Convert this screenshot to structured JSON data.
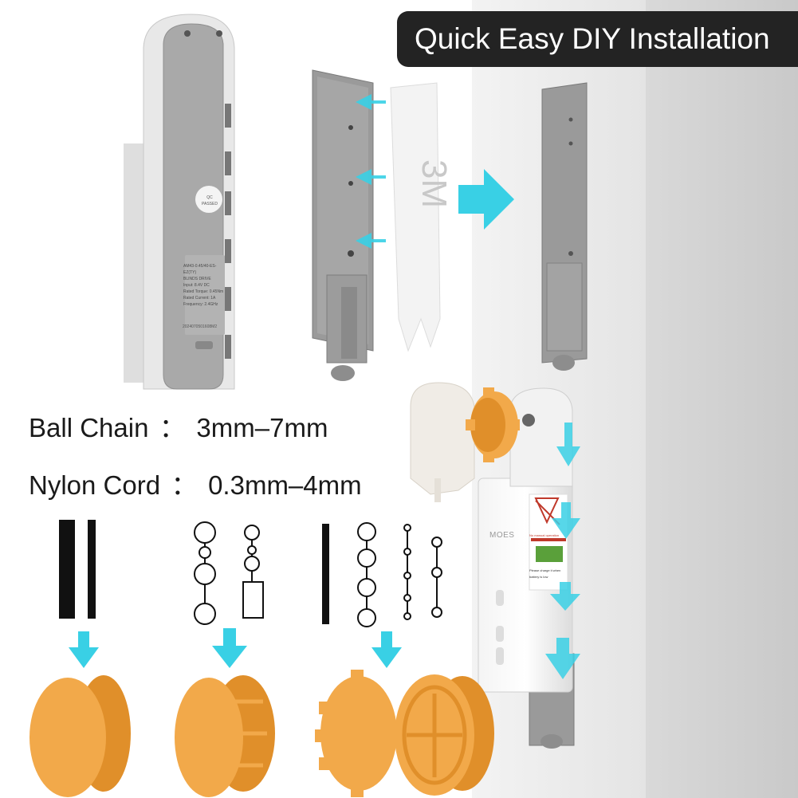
{
  "banner": {
    "title": "Quick Easy DIY Installation"
  },
  "specs": [
    {
      "label": "Ball Chain",
      "separator": "：",
      "value": "3mm–7mm"
    },
    {
      "label": "Nylon Cord",
      "separator": "：",
      "value": "0.3mm–4mm"
    }
  ],
  "tape": {
    "label": "3M"
  },
  "device": {
    "brand": "MOES",
    "label_lines": [
      "AM43-0.45/40-ES-EZ(TY)",
      "BLINDS DRIVE",
      "Input: 8.4V DC",
      "Rated Torque: 0.45Nm",
      "Rated Current: 1A",
      "Frequency: 2.4GHz"
    ],
    "serial": "2024070501608M2",
    "qc_sticker": "QC PASSED",
    "warning_lines": [
      "No manual operation",
      "Please charge it when battery is low"
    ]
  },
  "colors": {
    "arrow": "#39d0e5",
    "wheel": "#f2a94a",
    "wheel_dark": "#e08f2a",
    "bracket": "#8e8e8e",
    "wall": "#e6e6e6",
    "banner": "#232323"
  },
  "icons": [
    "down-arrow-icon",
    "right-arrow-icon",
    "chain-icon",
    "cord-icon"
  ]
}
